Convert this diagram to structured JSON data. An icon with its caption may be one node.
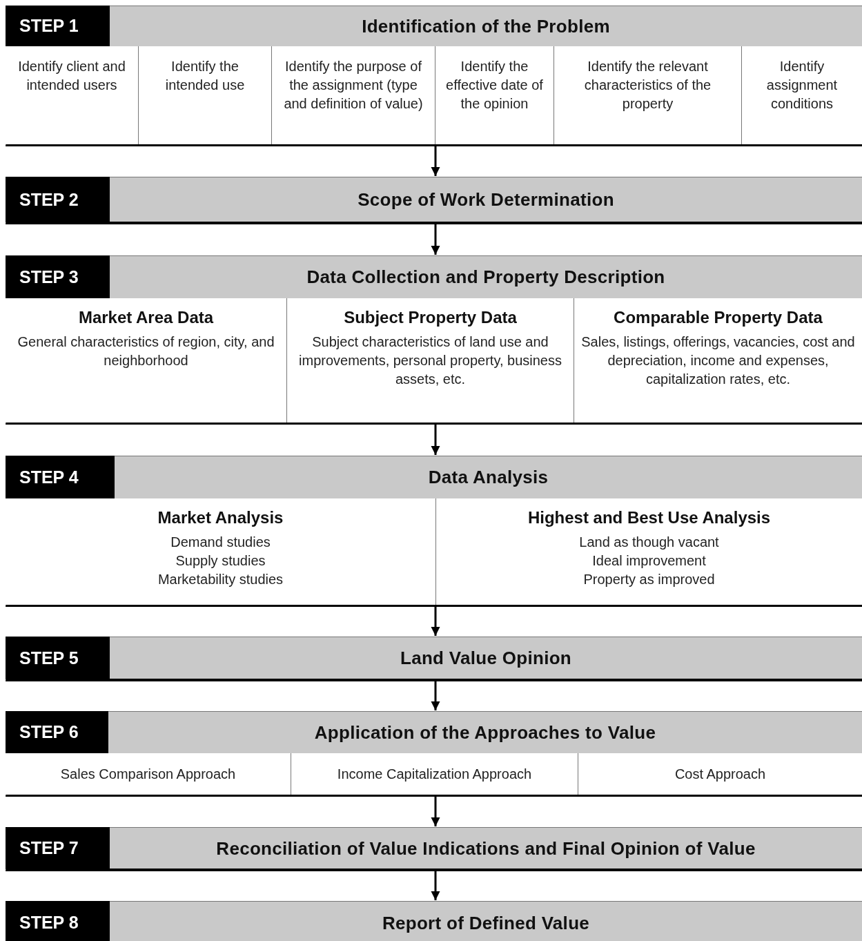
{
  "diagram": {
    "nodes": [
      {
        "text": [
          "STEP 1",
          "Identification of the Problem"
        ]
      },
      {
        "text": [
          "Identify client and intended users"
        ],
        "in": 0
      },
      {
        "text": [
          "Identify the intended use"
        ],
        "in": 0
      },
      {
        "text": [
          "Identify the purpose of the assignment (type and definition of value)"
        ],
        "in": 0
      },
      {
        "text": [
          "Identify the effective date of the opinion"
        ],
        "in": 0
      },
      {
        "text": [
          "Identify the relevant characteristics of the property"
        ],
        "in": 0
      },
      {
        "text": [
          "Identify assignment conditions"
        ],
        "in": 0
      },
      {
        "text": [
          "STEP 2",
          "Scope of Work Determination"
        ]
      },
      {
        "text": [
          "STEP 3",
          "Data Collection and Property Description"
        ]
      },
      {
        "text": [
          "Market Area Data",
          "General characteristics of region, city, and neighborhood"
        ],
        "in": 8
      },
      {
        "text": [
          "Subject Property Data",
          "Subject characteristics of land use and improvements, personal property, business assets, etc."
        ],
        "in": 8
      },
      {
        "text": [
          "Comparable Property Data",
          "Sales, listings, offerings, vacancies, cost and depreciation, income and expenses, capitalization rates, etc."
        ],
        "in": 8
      },
      {
        "text": [
          "STEP 4",
          "Data Analysis"
        ]
      },
      {
        "text": [
          "Market Analysis",
          "Demand studies",
          "Supply studies",
          "Marketability studies"
        ],
        "in": 12
      },
      {
        "text": [
          "Highest and Best Use Analysis",
          "Land as though vacant",
          "Ideal improvement",
          "Property as improved"
        ],
        "in": 12
      },
      {
        "text": [
          "STEP 5",
          "Land Value Opinion"
        ]
      },
      {
        "text": [
          "STEP 6",
          "Application of the Approaches to Value"
        ]
      },
      {
        "text": [
          "Sales Comparison Approach"
        ],
        "in": 16
      },
      {
        "text": [
          "Income Capitalization Approach"
        ],
        "in": 16
      },
      {
        "text": [
          "Cost Approach"
        ],
        "in": 16
      },
      {
        "text": [
          "STEP 7",
          "Reconciliation of Value Indications and Final Opinion of Value"
        ]
      },
      {
        "text": [
          "STEP 8",
          "Report of Defined Value"
        ]
      }
    ],
    "edges": [
      {
        "from": 0,
        "to": 7,
        "arrow": "to"
      },
      {
        "from": 7,
        "to": 8,
        "arrow": "to"
      },
      {
        "from": 8,
        "to": 12,
        "arrow": "to"
      },
      {
        "from": 12,
        "to": 15,
        "arrow": "to"
      },
      {
        "from": 15,
        "to": 16,
        "arrow": "to"
      },
      {
        "from": 16,
        "to": 20,
        "arrow": "to"
      },
      {
        "from": 20,
        "to": 21,
        "arrow": "to"
      }
    ]
  }
}
